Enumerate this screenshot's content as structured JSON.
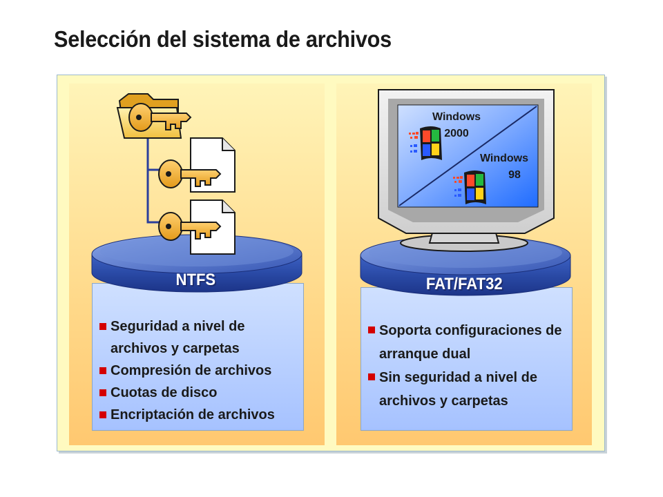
{
  "title": "Selección del sistema de archivos",
  "ntfs": {
    "label": "NTFS",
    "bullets": [
      "Seguridad a nivel de archivos y carpetas",
      "Compresión de archivos",
      "Cuotas de disco",
      "Encriptación de archivos"
    ],
    "icons": [
      "folder-icon",
      "document-icon",
      "key-icon"
    ]
  },
  "fat": {
    "label": "FAT/FAT32",
    "bullets": [
      "Soporta configuraciones de arranque dual",
      "Sin seguridad a nivel de archivos y carpetas"
    ],
    "monitor": {
      "top_os_line1": "Windows",
      "top_os_line2": "2000",
      "bottom_os_line1": "Windows",
      "bottom_os_line2": "98"
    },
    "icons": [
      "monitor-icon",
      "windows-logo-icon"
    ]
  },
  "colors": {
    "panel_background": "#fffac0",
    "column_gradient_bottom": "#ffc870",
    "cylinder_band": "#2f4fa8",
    "cylinder_body": "#a6c2ff",
    "bullet_marker": "#d40000",
    "screen_blue": "#2b78ff"
  }
}
